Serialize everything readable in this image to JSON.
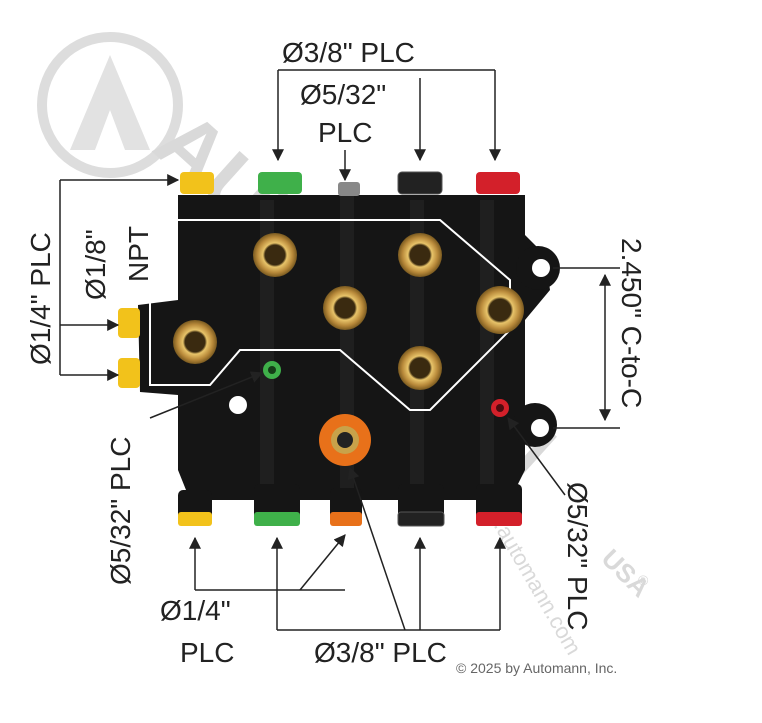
{
  "labels": {
    "top_left_plc": "Ø3/8\" PLC",
    "top_mid_line1": "Ø5/32\"",
    "top_mid_line2": "PLC",
    "left_quarter": "Ø1/4\" PLC",
    "left_eighth": "Ø1/8\"",
    "left_npt": "NPT",
    "left_532": "Ø5/32\" PLC",
    "right_center": "2.450\" C-to-C",
    "right_532": "Ø5/32\" PLC",
    "bottom_quarter_line1": "Ø1/4\"",
    "bottom_quarter_line2": "PLC",
    "bottom_38": "Ø3/8\" PLC"
  },
  "copyright": "© 2025 by Automann, Inc.",
  "watermark": {
    "brand": "AUTOMANN",
    "url": "www.automann.com",
    "suffix": "USA",
    "registered": "®"
  },
  "colors": {
    "yellow": "#f2c21b",
    "green": "#3fb04a",
    "red": "#d3202a",
    "orange": "#e8711a",
    "brass": "#c9a24a",
    "body": "#151515"
  }
}
